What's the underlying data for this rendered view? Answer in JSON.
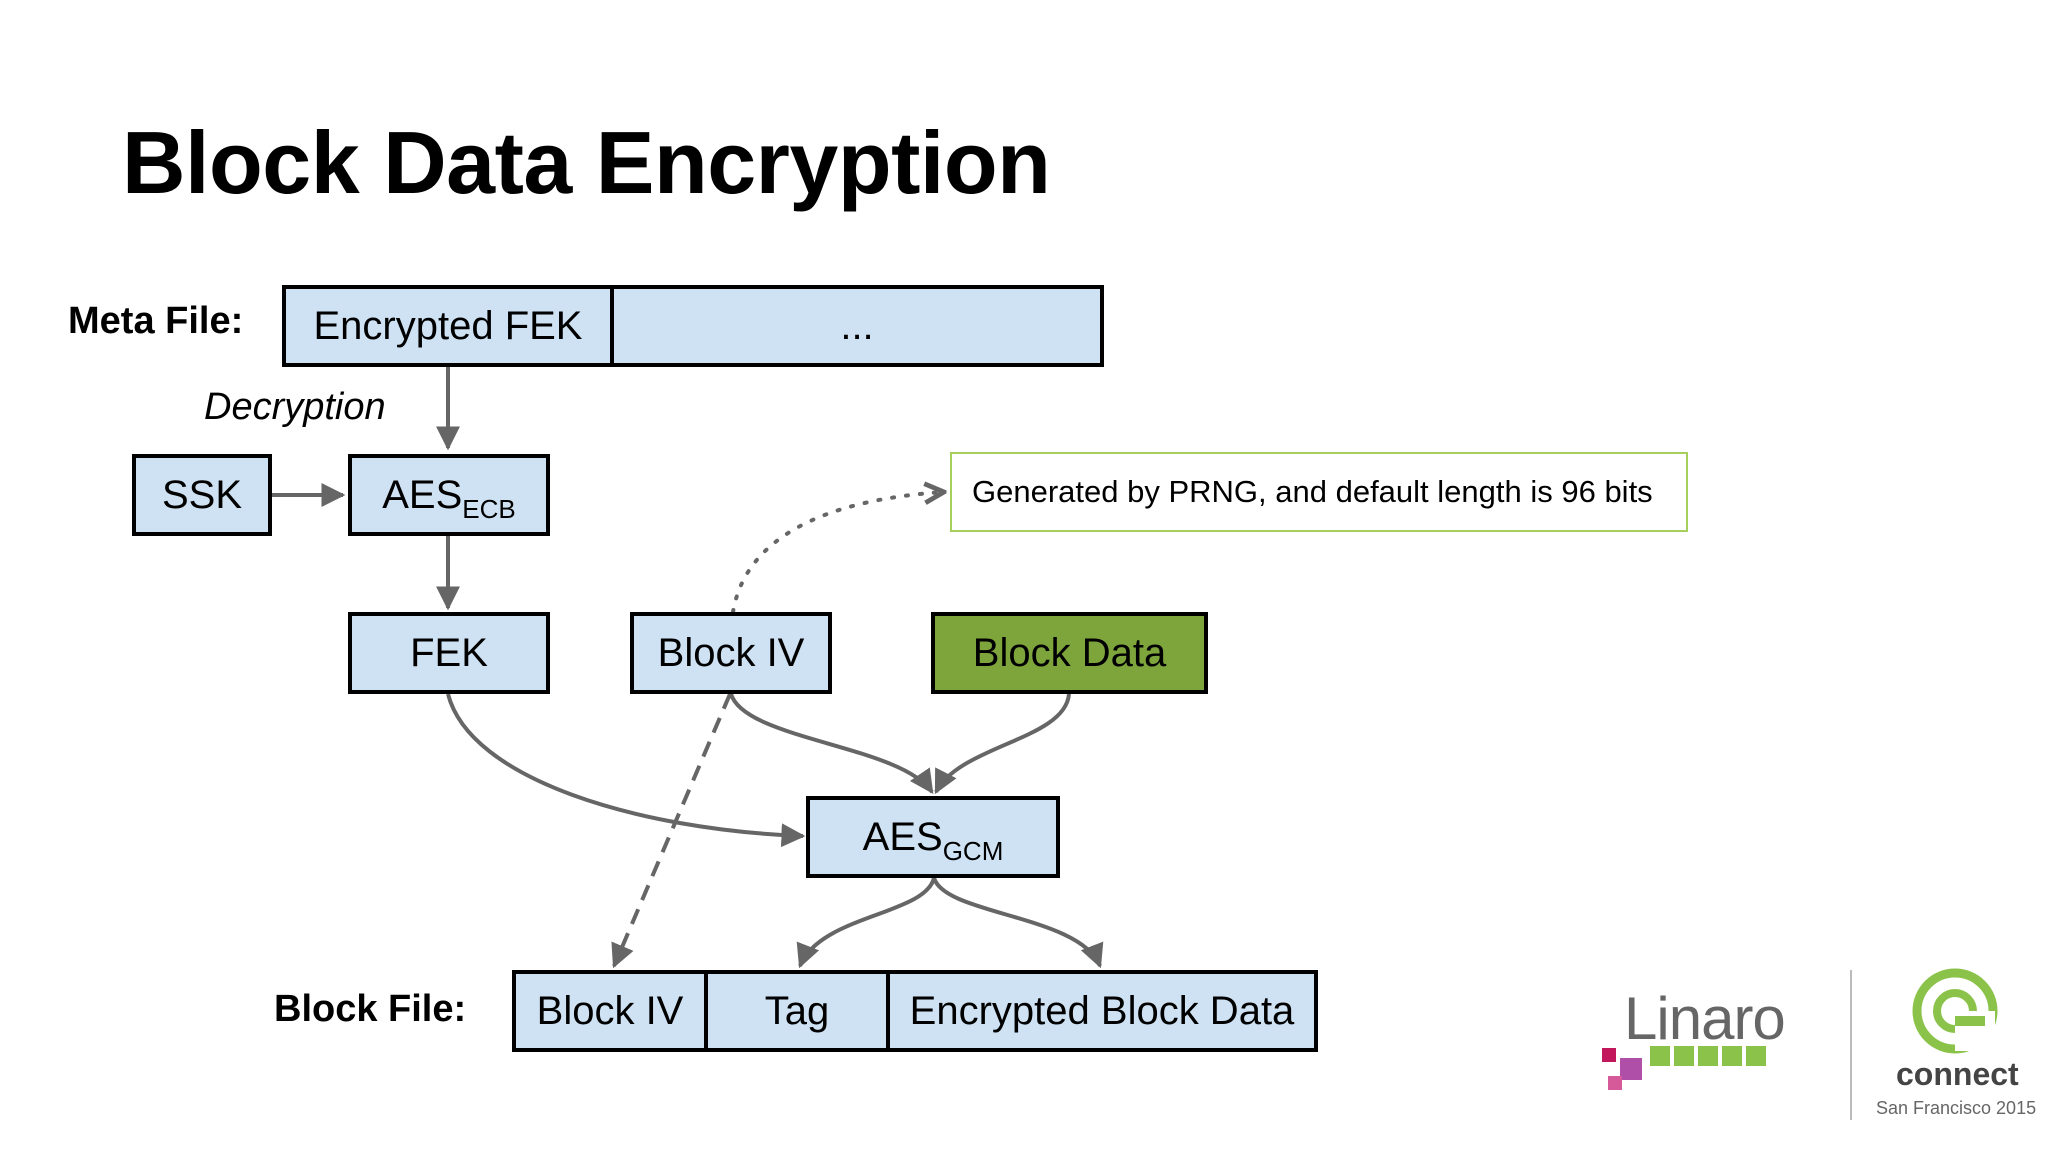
{
  "slide": {
    "title": "Block Data Encryption"
  },
  "labels": {
    "meta_file": "Meta File:",
    "decryption": "Decryption",
    "block_file": "Block File:"
  },
  "meta_file_row": {
    "encrypted_fek": "Encrypted FEK",
    "ellipsis": "..."
  },
  "nodes": {
    "ssk": "SSK",
    "aes_ecb_main": "AES",
    "aes_ecb_sub": "ECB",
    "fek": "FEK",
    "block_iv": "Block IV",
    "block_data": "Block Data",
    "aes_gcm_main": "AES",
    "aes_gcm_sub": "GCM"
  },
  "block_file_row": {
    "block_iv": "Block IV",
    "tag": "Tag",
    "encrypted_block_data": "Encrypted Block Data"
  },
  "note": "Generated by PRNG, and default length is 96 bits",
  "logos": {
    "linaro": "Linaro",
    "connect": "connect",
    "connect_sub": "San Francisco 2015"
  },
  "colors": {
    "box_fill": "#cfe2f3",
    "block_data_fill": "#7ea43c",
    "note_border": "#a6cf5c",
    "arrow": "#666666",
    "linaro_green": "#8bc34a",
    "linaro_magenta": "#c2185b"
  }
}
